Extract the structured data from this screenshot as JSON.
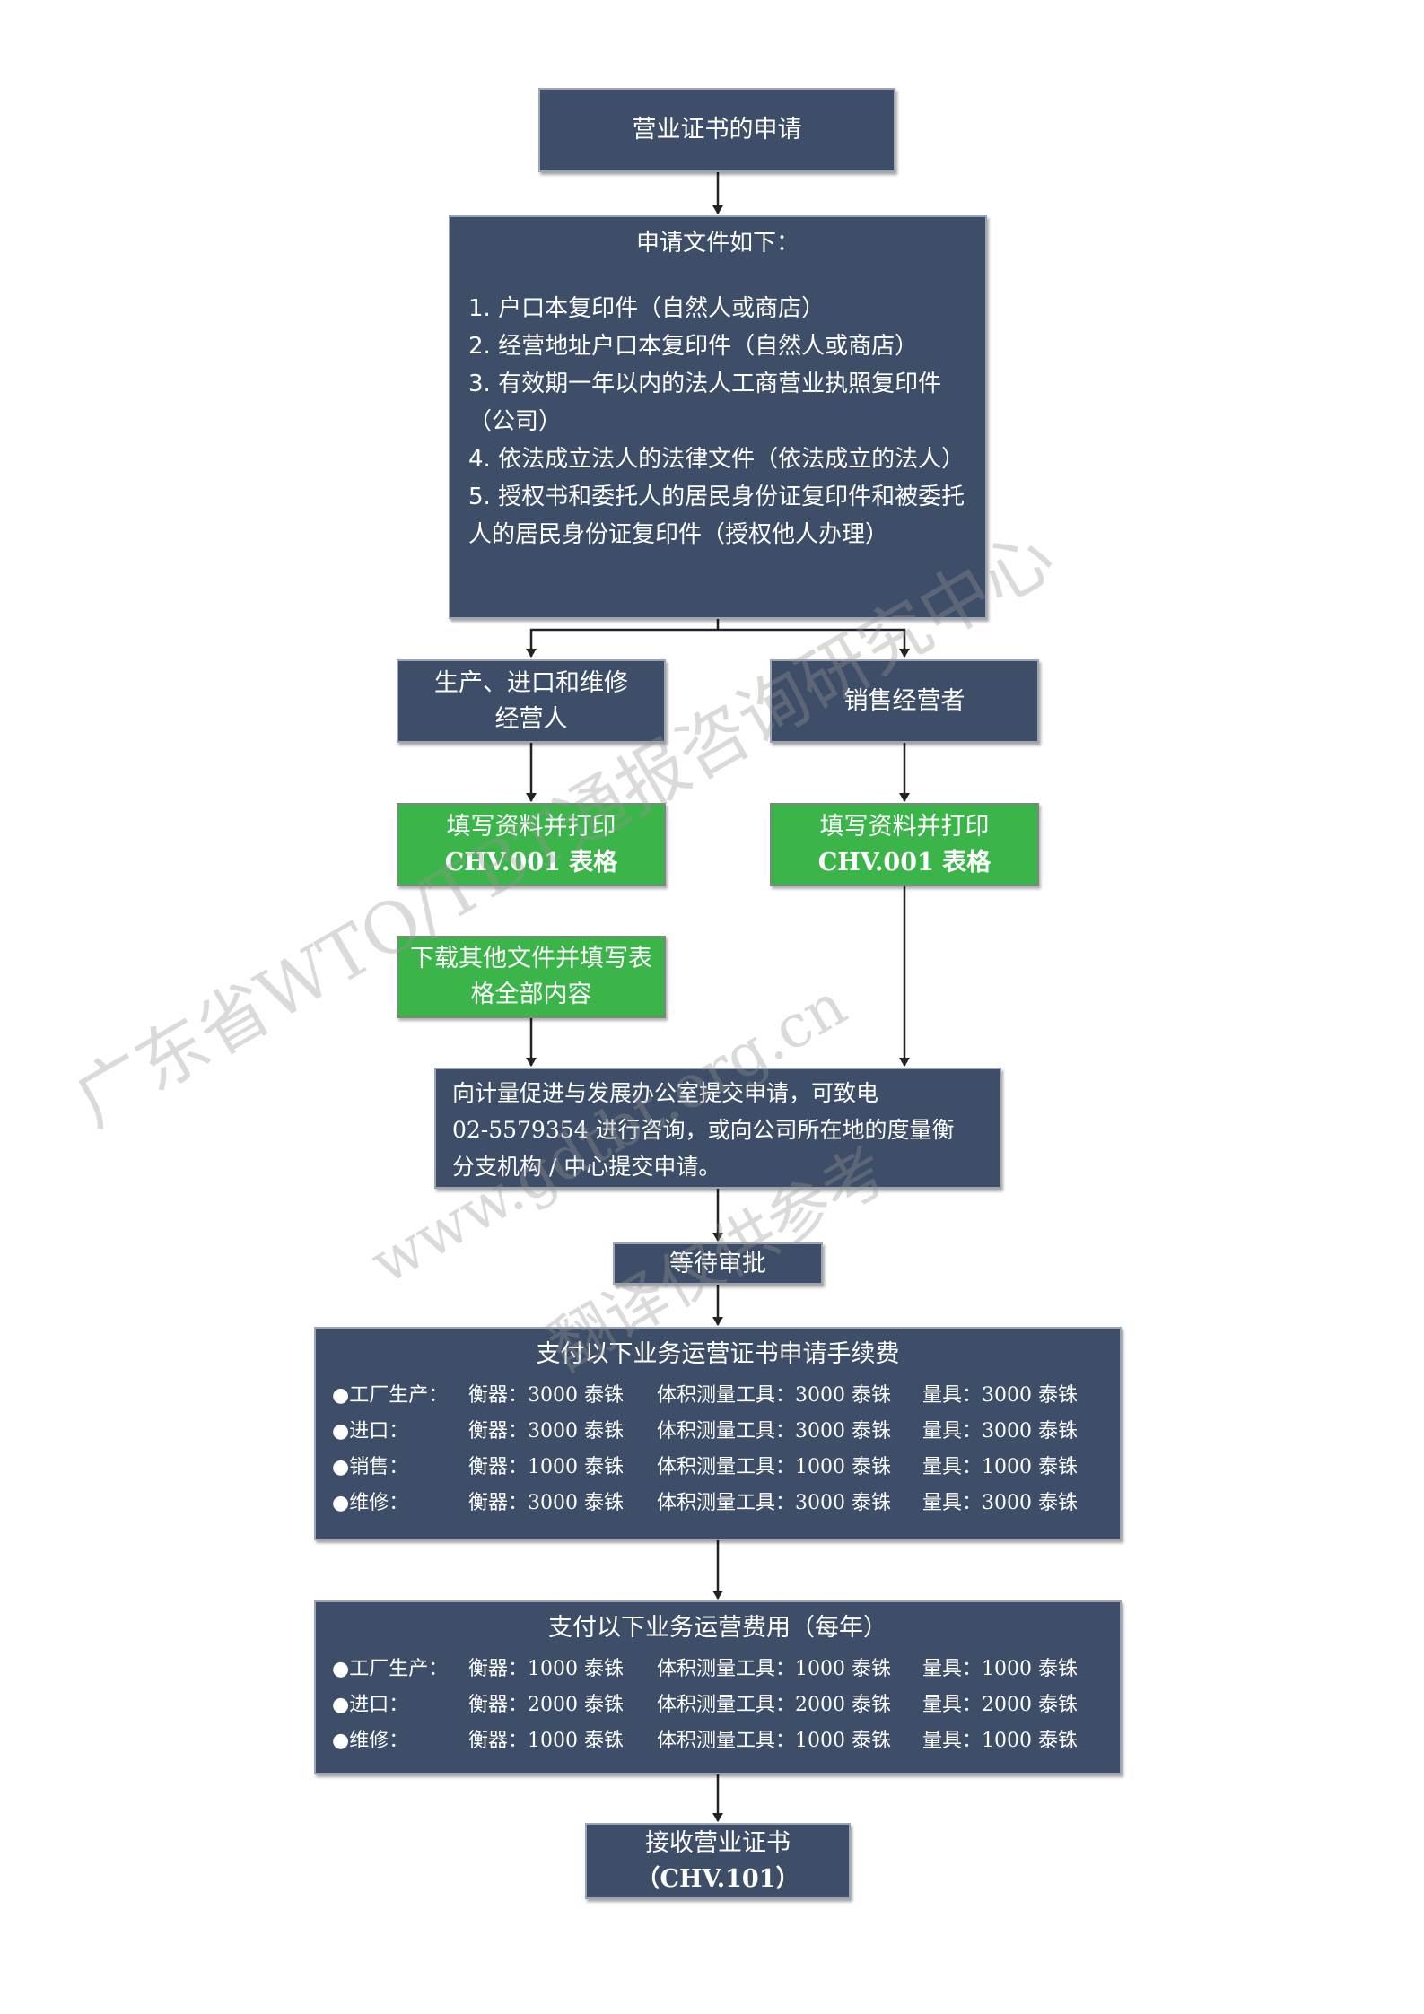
{
  "nodes": {
    "apply": "营业证书的申请",
    "docs": {
      "title": "申请文件如下：",
      "items": [
        "1.  户口本复印件（自然人或商店）",
        "2.  经营地址户口本复印件（自然人或商店）",
        "3.  有效期一年以内的法人工商营业执照复印件（公司）",
        "4.  依法成立法人的法律文件（依法成立的法人）",
        "5.  授权书和委托人的居民身份证复印件和被委托人的居民身份证复印件（授权他人办理）"
      ]
    },
    "producer": [
      "生产、进口和维修",
      "经营人"
    ],
    "seller": "销售经营者",
    "fill_left": [
      "填写资料并打印",
      "CHV.001 表格"
    ],
    "fill_right": [
      "填写资料并打印",
      "CHV.001 表格"
    ],
    "download": [
      "下载其他文件并填写表",
      "格全部内容"
    ],
    "submit": [
      "向计量促进与发展办公室提交申请，可致电",
      "02-5579354 进行咨询，或向公司所在地的度量衡",
      "分支机构 / 中心提交申请。"
    ],
    "wait": "等待审批",
    "fee_apply": {
      "title": "支付以下业务运营证书申请手续费",
      "rows": [
        [
          "●工厂生产：",
          "衡器：3000 泰铢",
          "体积测量工具：3000 泰铢",
          "量具：3000 泰铢"
        ],
        [
          "●进口：",
          "衡器：3000 泰铢",
          "体积测量工具：3000 泰铢",
          "量具：3000 泰铢"
        ],
        [
          "●销售：",
          "衡器：1000 泰铢",
          "体积测量工具：1000 泰铢",
          "量具：1000 泰铢"
        ],
        [
          "●维修：",
          "衡器：3000 泰铢",
          "体积测量工具：3000 泰铢",
          "量具：3000 泰铢"
        ]
      ]
    },
    "fee_annual": {
      "title": "支付以下业务运营费用（每年）",
      "rows": [
        [
          "●工厂生产：",
          "衡器：1000 泰铢",
          "体积测量工具：1000 泰铢",
          "量具：1000 泰铢"
        ],
        [
          "●进口：",
          "衡器：2000 泰铢",
          "体积测量工具：2000 泰铢",
          "量具：2000 泰铢"
        ],
        [
          "●维修：",
          "衡器：1000 泰铢",
          "体积测量工具：1000 泰铢",
          "量具：1000 泰铢"
        ]
      ]
    },
    "receive": [
      "接收营业证书",
      "（CHV.101）"
    ]
  },
  "watermark": {
    "line1": "广东省WTO/TBT通报咨询研究中心",
    "line2": "www.gdtbt.org.cn",
    "line3": "翻译仅供参考"
  },
  "colors": {
    "node_dark": "#3e4e68",
    "node_green": "#3bb54a",
    "arrow": "#222222"
  }
}
